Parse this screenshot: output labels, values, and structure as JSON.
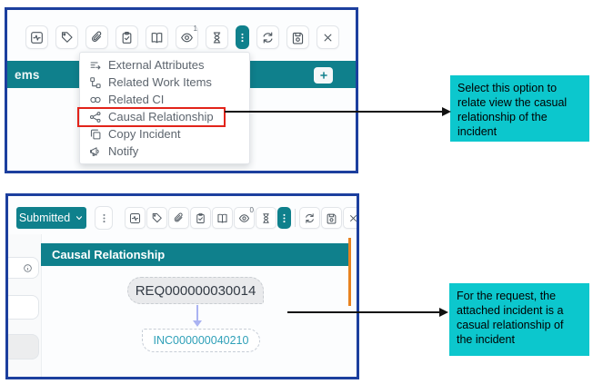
{
  "top_panel": {
    "toolbar": {
      "eye_badge": "1",
      "buttons": [
        "activity",
        "tag",
        "attachment",
        "tasks-clipboard",
        "knowledge-book",
        "watchlist-eye",
        "sla-hourglass",
        "more-options",
        "refresh",
        "save",
        "close"
      ]
    },
    "section_bar": {
      "label": "ems",
      "add_icon": "plus"
    },
    "menu": {
      "items": [
        {
          "icon": "external-attributes",
          "label": "External Attributes"
        },
        {
          "icon": "related-work-items",
          "label": "Related Work Items"
        },
        {
          "icon": "related-ci",
          "label": "Related CI"
        },
        {
          "icon": "causal-relationship",
          "label": "Causal Relationship",
          "highlighted": true
        },
        {
          "icon": "copy-incident",
          "label": "Copy Incident"
        },
        {
          "icon": "notify",
          "label": "Notify"
        }
      ]
    }
  },
  "bottom_panel": {
    "status_dropdown": {
      "label": "Submitted"
    },
    "toolbar": {
      "eye_badge": "0",
      "buttons": [
        "activity",
        "tag",
        "attachment",
        "tasks-clipboard",
        "knowledge-book",
        "watchlist-eye",
        "sla-hourglass",
        "more-options",
        "refresh",
        "save",
        "close"
      ]
    },
    "section_header": {
      "label": "Causal Relationship"
    },
    "diagram": {
      "request_node": "REQ000000030014",
      "incident_node": "INC000000040210"
    }
  },
  "callouts": [
    {
      "text": "Select this option to relate view the casual relationship of the incident"
    },
    {
      "text": "For the request, the attached  incident is a casual relationship of the incident"
    }
  ],
  "colors": {
    "teal_accent": "#0F808C",
    "navy_border": "#1C3F9E",
    "callout_cyan": "#0CC7CD",
    "highlight_red": "#E2231A",
    "scrollbar_orange": "#E8821F",
    "node_arrow_purple": "#AAB3F2",
    "incident_text_teal": "#2FA0B8"
  }
}
